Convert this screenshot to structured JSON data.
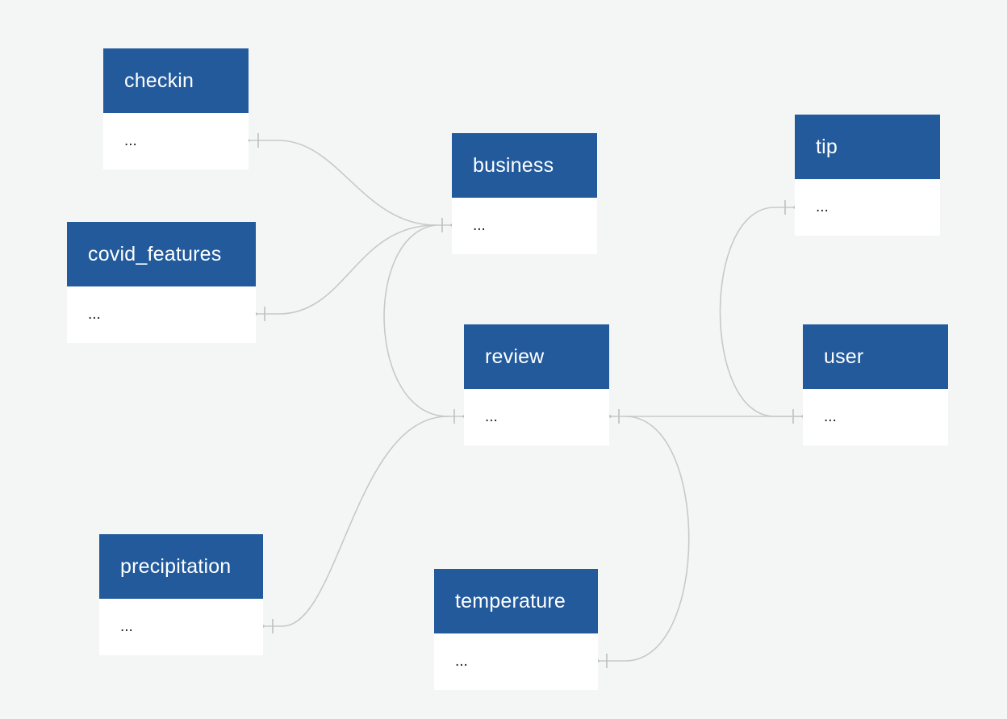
{
  "entities": {
    "checkin": {
      "name": "checkin",
      "fields": "..."
    },
    "covid_features": {
      "name": "covid_features",
      "fields": "..."
    },
    "business": {
      "name": "business",
      "fields": "..."
    },
    "review": {
      "name": "review",
      "fields": "..."
    },
    "tip": {
      "name": "tip",
      "fields": "..."
    },
    "user": {
      "name": "user",
      "fields": "..."
    },
    "precipitation": {
      "name": "precipitation",
      "fields": "..."
    },
    "temperature": {
      "name": "temperature",
      "fields": "..."
    }
  },
  "relationships": [
    {
      "from": "checkin",
      "to": "business"
    },
    {
      "from": "covid_features",
      "to": "business"
    },
    {
      "from": "business",
      "to": "review"
    },
    {
      "from": "review",
      "to": "user"
    },
    {
      "from": "tip",
      "to": "user"
    },
    {
      "from": "precipitation",
      "to": "review"
    },
    {
      "from": "temperature",
      "to": "review"
    }
  ],
  "colors": {
    "header_bg": "#225a9c",
    "header_text": "#ffffff",
    "body_bg": "#ffffff",
    "background": "#f4f6f6",
    "connector": "#c8c8c8"
  }
}
